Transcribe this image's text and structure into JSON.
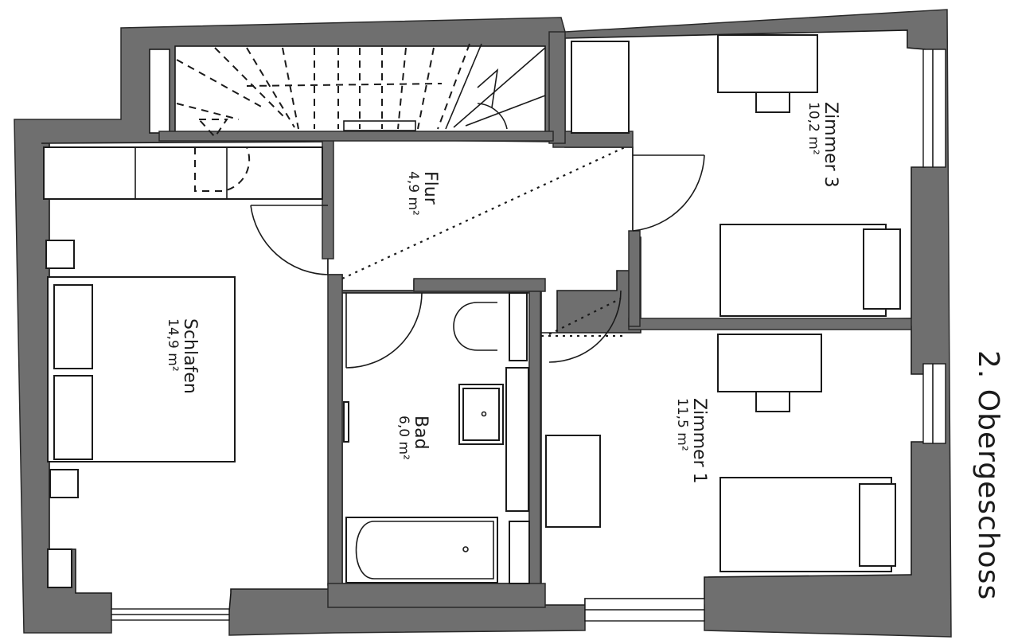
{
  "floor_plan": {
    "title": "2. Obergeschoss",
    "orientation": "rotated 90° clockwise",
    "colors": {
      "wall": "#6f6f6f",
      "line": "#1a1a1a",
      "background": "#ffffff"
    },
    "rooms": [
      {
        "id": "zimmer3",
        "name": "Zimmer 3",
        "area": "10,2 m²"
      },
      {
        "id": "zimmer1",
        "name": "Zimmer 1",
        "area": "11,5 m²"
      },
      {
        "id": "flur",
        "name": "Flur",
        "area": "4,9 m²"
      },
      {
        "id": "schlafen",
        "name": "Schlafen",
        "area": "14,9 m²"
      },
      {
        "id": "bad",
        "name": "Bad",
        "area": "6,0 m²"
      }
    ]
  }
}
